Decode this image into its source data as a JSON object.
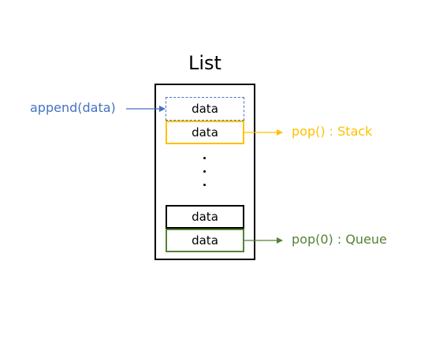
{
  "title": "List",
  "cells": {
    "top": "data",
    "second": "data",
    "fourth": "data",
    "bottom": "data"
  },
  "labels": {
    "append": "append(data)",
    "stack": "pop() : Stack",
    "queue": "pop(0) : Queue"
  },
  "colors": {
    "append": "#4472c4",
    "stack": "#ffc000",
    "queue": "#548235",
    "box": "#000000"
  }
}
